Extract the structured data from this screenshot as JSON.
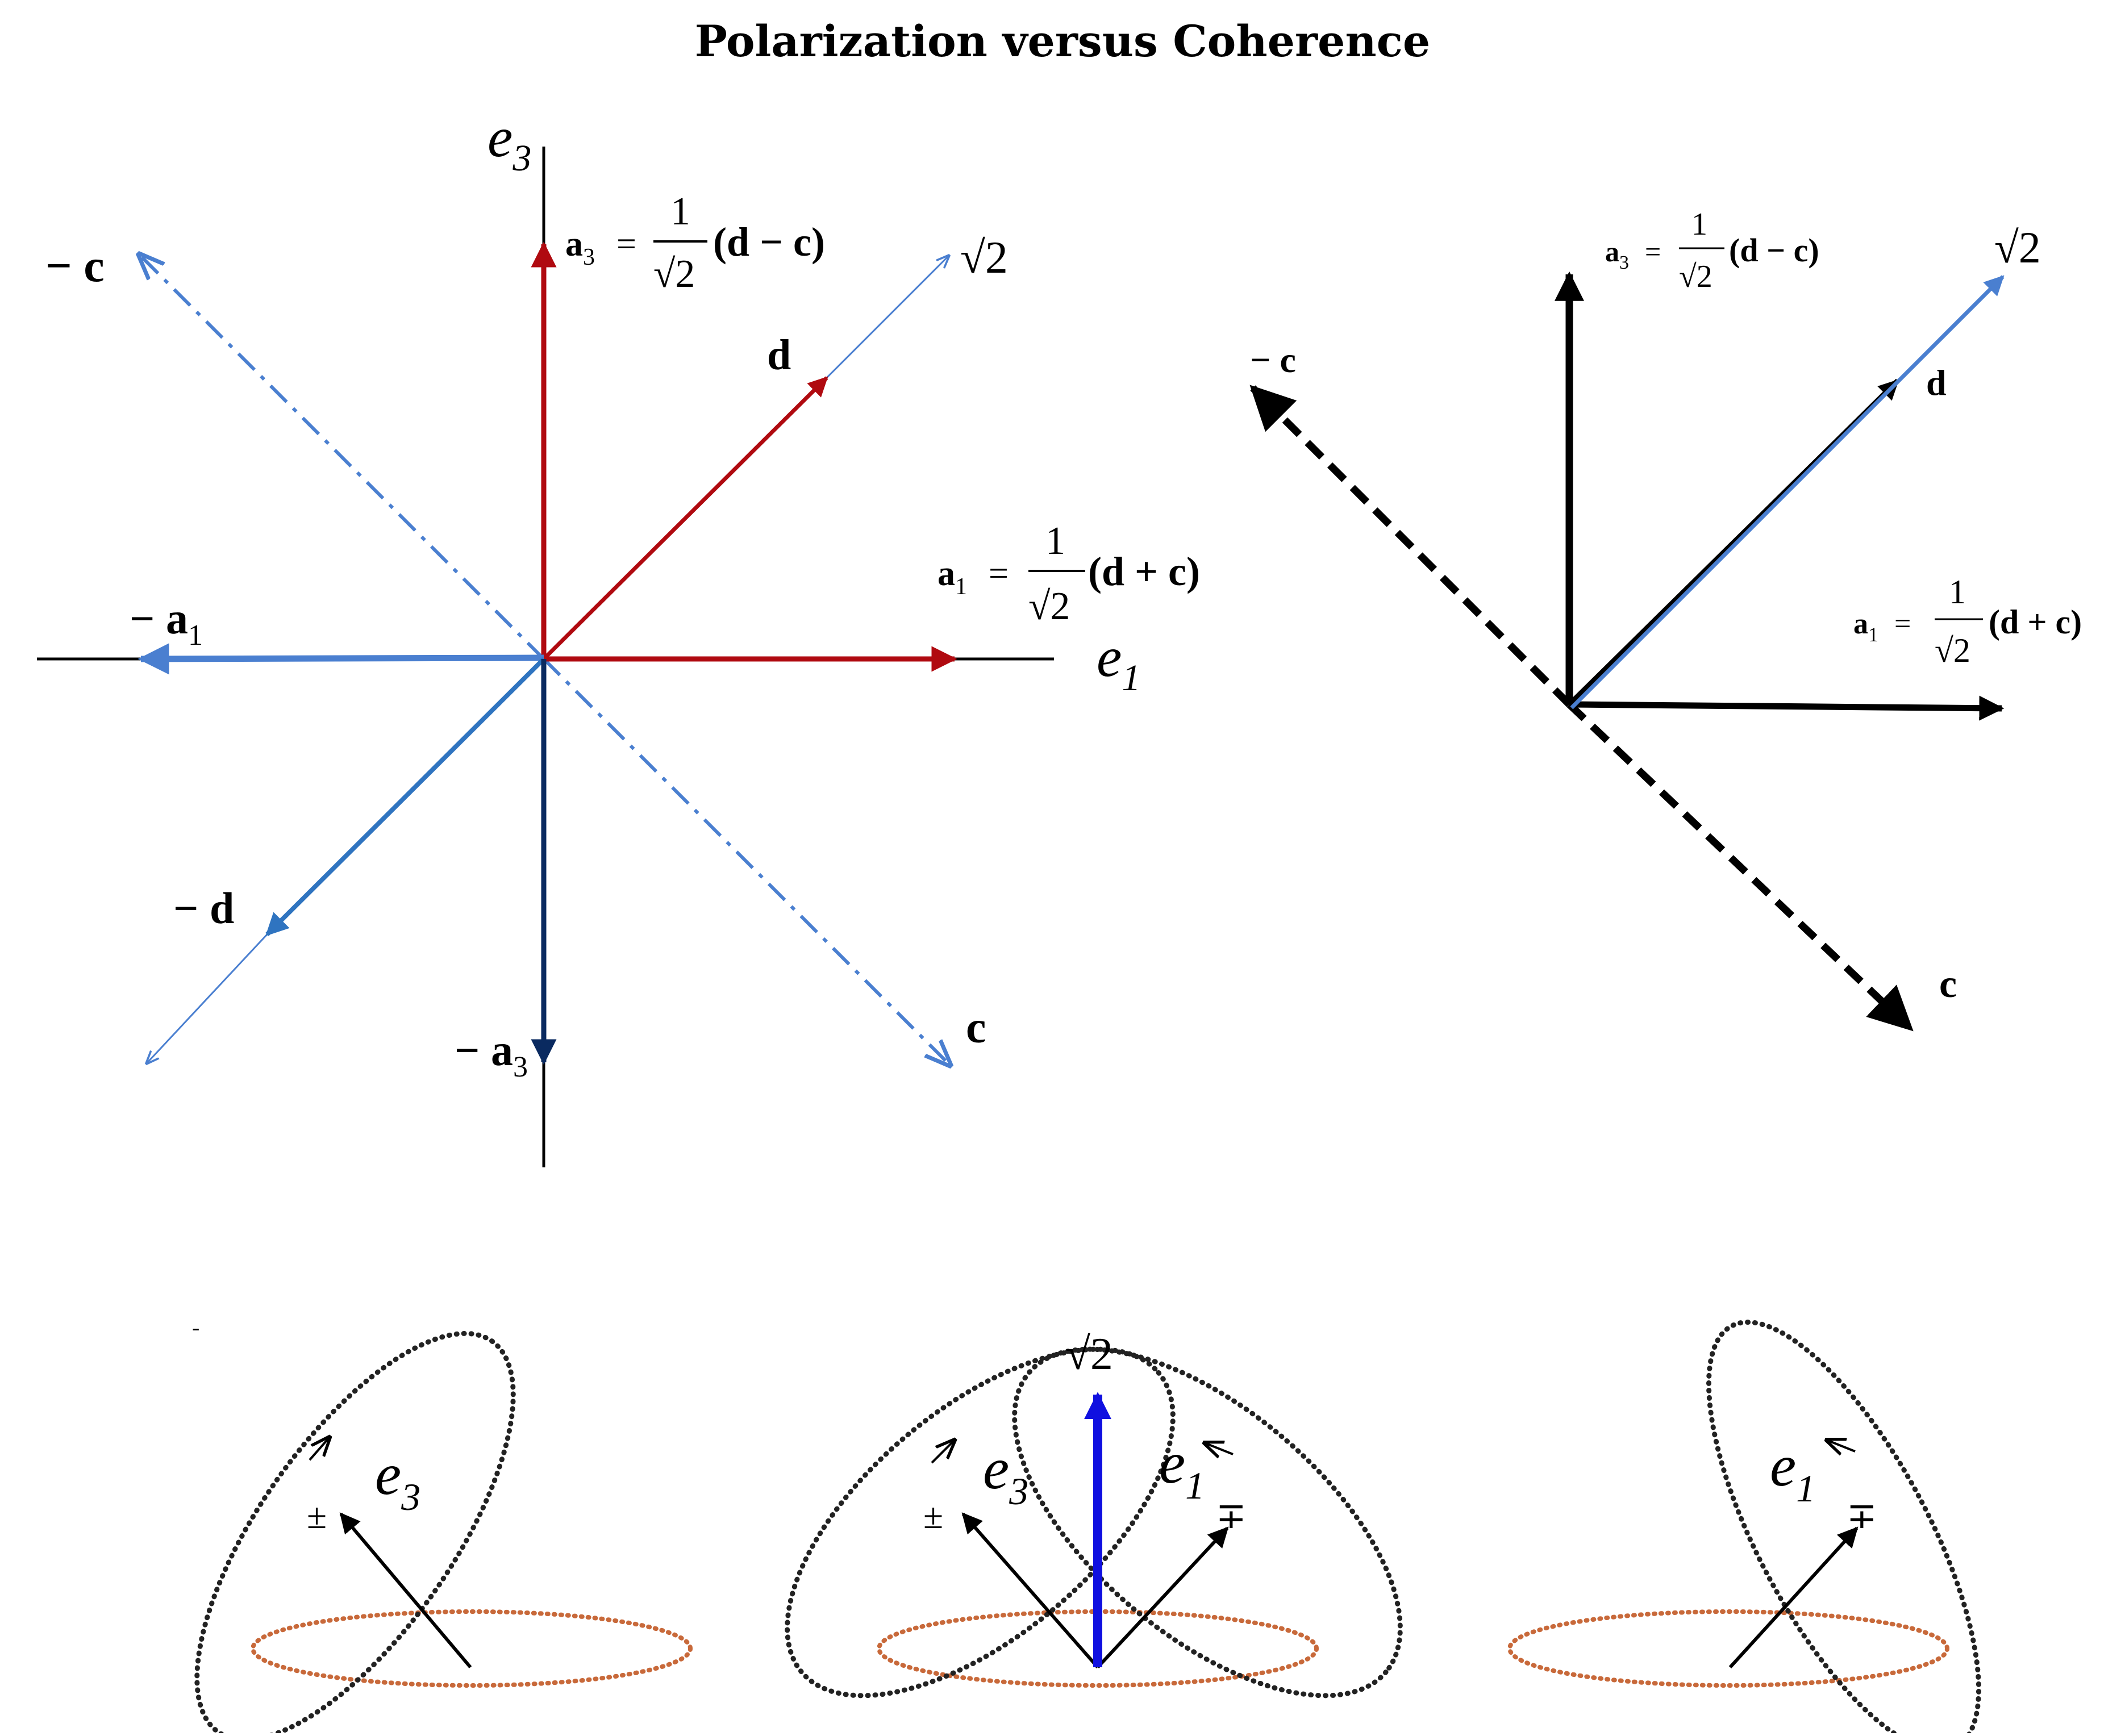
{
  "title": "Polarization versus Coherence",
  "colors": {
    "red": "#b00a10",
    "blue": "#4a7fd0",
    "mid_blue": "#2f74c0",
    "navy": "#0a2a60",
    "black": "#000000",
    "bright_blue": "#1010e0",
    "orange_dot": "#c8693a"
  },
  "left_diagram": {
    "axis_e3": "e",
    "axis_e3_sub": "3",
    "axis_e1": "e",
    "axis_e1_sub": "1",
    "neg_c": "− c",
    "sqrt2": "√2",
    "d": "d",
    "c": "c",
    "neg_a1": "− a",
    "neg_a1_sub": "1",
    "neg_d": "− d",
    "neg_a3": "− a",
    "neg_a3_sub": "3",
    "a3_label": "a",
    "a3_sub": "3",
    "a3_eq": "=",
    "a3_num": "1",
    "a3_den": "√2",
    "a3_expr": "(d − c)",
    "a1_label": "a",
    "a1_sub": "1",
    "a1_eq": "=",
    "a1_num": "1",
    "a1_den": "√2",
    "a1_expr": "(d + c)"
  },
  "right_diagram": {
    "neg_c": "− c",
    "sqrt2": "√2",
    "d": "d",
    "c": "c",
    "a3_label": "a",
    "a3_sub": "3",
    "a3_eq": "=",
    "a3_num": "1",
    "a3_den": "√2",
    "a3_expr": "(d − c)",
    "a1_label": "a",
    "a1_sub": "1",
    "a1_eq": "=",
    "a1_num": "1",
    "a1_den": "√2",
    "a1_expr": "(d + c)"
  },
  "bottom": {
    "left": {
      "axis": "e",
      "axis_sub": "3",
      "sign": "±"
    },
    "middle": {
      "top_label": "√2",
      "axis_left": "e",
      "axis_left_sub": "3",
      "axis_right": "e",
      "axis_right_sub": "1",
      "sign_left": "±",
      "sign_right": "∓"
    },
    "right": {
      "axis": "e",
      "axis_sub": "1",
      "sign": "∓"
    }
  }
}
